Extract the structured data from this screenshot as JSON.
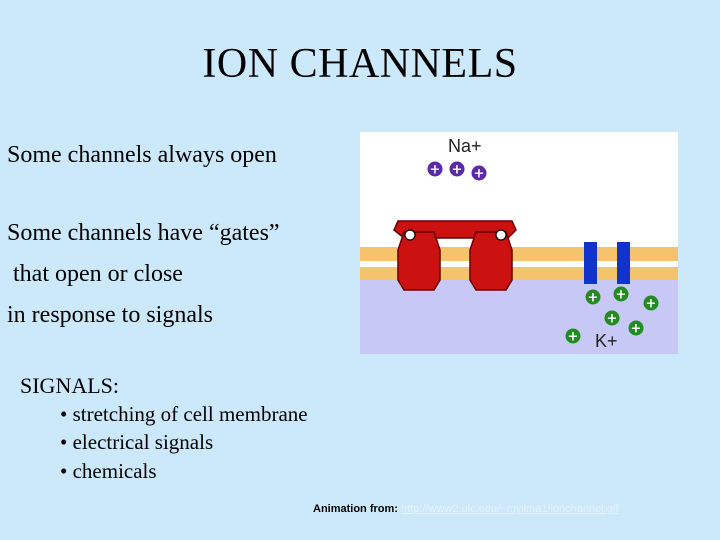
{
  "slide": {
    "title": "ION CHANNELS",
    "lines": [
      "Some channels always open",
      "Some channels have “gates”",
      " that open or close",
      "in response to signals"
    ],
    "signals": {
      "heading": "SIGNALS:",
      "bullets": [
        "• stretching of cell membrane",
        "• electrical signals",
        "• chemicals"
      ]
    },
    "credit": {
      "prefix": "Animation from:",
      "link": "http://www2.uic.edu/~myilma1/ionchannel.gif"
    }
  },
  "figure": {
    "na_label": "Na+",
    "k_label": "K+",
    "colors": {
      "membrane": "#f5c36b",
      "cytoplasm": "#c8c8f6",
      "gate": "#cc1111",
      "channel": "#1133cc",
      "ion_na": "#5a2aa8",
      "ion_k": "#228b22"
    }
  }
}
